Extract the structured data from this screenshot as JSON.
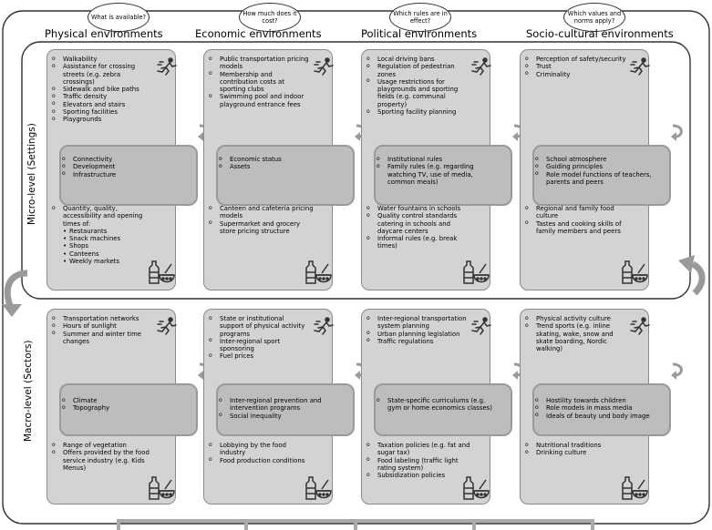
{
  "questions": [
    "What is available?",
    "How much does it cost?",
    "Which rules are in effect?",
    "Which values and norms apply?"
  ],
  "columns": [
    "Physical environments",
    "Economic environments",
    "Political environments",
    "Socio-cultural environments"
  ],
  "levels": {
    "micro": "Micro-level (Settings)",
    "macro": "Macro-level (Sectors)"
  },
  "micro": [
    {
      "top": [
        {
          "t": "Walkability"
        },
        {
          "t": "Assistance for crossing streets (e.g. zebra crossings)"
        },
        {
          "t": "Sidewalk and bike paths"
        },
        {
          "t": "Traffic density"
        },
        {
          "t": "Elevators and stairs"
        },
        {
          "t": "Sporting facilities"
        },
        {
          "t": "Playgrounds"
        }
      ],
      "mid": [
        {
          "t": "Connectivity"
        },
        {
          "t": "Development"
        },
        {
          "t": "Infrastructure"
        }
      ],
      "bottom": [
        {
          "t": "Quantity, quality, accessibility and opening times of:"
        },
        {
          "t": "Restaurants",
          "sub": true
        },
        {
          "t": "Snack machines",
          "sub": true
        },
        {
          "t": "Shops",
          "sub": true
        },
        {
          "t": "Canteens",
          "sub": true
        },
        {
          "t": "Weekly markets",
          "sub": true
        }
      ]
    },
    {
      "top": [
        {
          "t": "Public transportation pricing models"
        },
        {
          "t": "Membership and contribution costs at sporting clubs"
        },
        {
          "t": "Swimming pool and indoor playground entrance fees"
        }
      ],
      "mid": [
        {
          "t": "Economic status"
        },
        {
          "t": "Assets"
        }
      ],
      "bottom": [
        {
          "t": "Canteen and cafeteria pricing models"
        },
        {
          "t": "Supermarket and grocery store pricing structure"
        }
      ]
    },
    {
      "top": [
        {
          "t": "Local driving bans"
        },
        {
          "t": "Regulation of pedestrian zones"
        },
        {
          "t": "Usage restrictions for playgrounds and sporting fields (e.g. communal property)"
        },
        {
          "t": "Sporting facility planning"
        }
      ],
      "mid": [
        {
          "t": "Institutional rules"
        },
        {
          "t": "Family rules (e.g. regarding watching TV, use of media, common meals)"
        }
      ],
      "bottom": [
        {
          "t": "Water fountains in schools"
        },
        {
          "t": "Quality control standards catering in schools and daycare centers"
        },
        {
          "t": "Informal rules (e.g. break times)"
        }
      ]
    },
    {
      "top": [
        {
          "t": "Perception of safety/security"
        },
        {
          "t": "Trust"
        },
        {
          "t": "Criminality"
        }
      ],
      "mid": [
        {
          "t": "School atmosphere"
        },
        {
          "t": "Guiding principles"
        },
        {
          "t": "Role model functions of teachers, parents and peers"
        }
      ],
      "bottom": [
        {
          "t": "Regional and family food culture"
        },
        {
          "t": "Tastes and cooking skills of family members and peers"
        }
      ]
    }
  ],
  "macro": [
    {
      "top": [
        {
          "t": "Transportation networks"
        },
        {
          "t": "Hours of sunlight"
        },
        {
          "t": "Summer and winter time changes"
        }
      ],
      "mid": [
        {
          "t": "Climate"
        },
        {
          "t": "Topography"
        }
      ],
      "bottom": [
        {
          "t": "Range of vegetation"
        },
        {
          "t": "Offers provided by the food service industry (e.g. Kids Menus)"
        }
      ]
    },
    {
      "top": [
        {
          "t": "State or institutional support of physical activity programs"
        },
        {
          "t": "Inter-regional sport sponsoring"
        },
        {
          "t": "Fuel prices"
        }
      ],
      "mid": [
        {
          "t": "Inter-regional prevention and intervention programs"
        },
        {
          "t": "Social inequality"
        }
      ],
      "bottom": [
        {
          "t": "Lobbying by the food industry"
        },
        {
          "t": "Food production conditions"
        }
      ]
    },
    {
      "top": [
        {
          "t": "Inter-regional transportation system planning"
        },
        {
          "t": "Urban planning legislation"
        },
        {
          "t": "Traffic regulations"
        }
      ],
      "mid": [
        {
          "t": "State-specific curriculums (e.g. gym or home economics classes)"
        }
      ],
      "bottom": [
        {
          "t": "Taxation policies (e.g. fat and sugar tax)"
        },
        {
          "t": "Food labeling (traffic light rating system)"
        },
        {
          "t": "Subsidization policies"
        }
      ]
    },
    {
      "top": [
        {
          "t": "Physical activity culture"
        },
        {
          "t": "Trend sports (e.g. inline skating, wake, snow and skate boarding, Nordic walking)"
        }
      ],
      "mid": [
        {
          "t": "Hostility towards children"
        },
        {
          "t": "Role models in mass media"
        },
        {
          "t": "Ideals of beauty und body image"
        }
      ],
      "bottom": [
        {
          "t": "Nutritional traditions"
        },
        {
          "t": "Drinking culture"
        }
      ]
    }
  ],
  "icons": {
    "activity": "running-person-icon",
    "food": "milk-bottle-and-bowl-icon",
    "cycle": "curved-arrow-icon"
  },
  "colors": {
    "box": "#d3d3d3",
    "inner": "#bdbdbd",
    "border": "#8a8a8a",
    "arrow": "#9a9a9a"
  }
}
